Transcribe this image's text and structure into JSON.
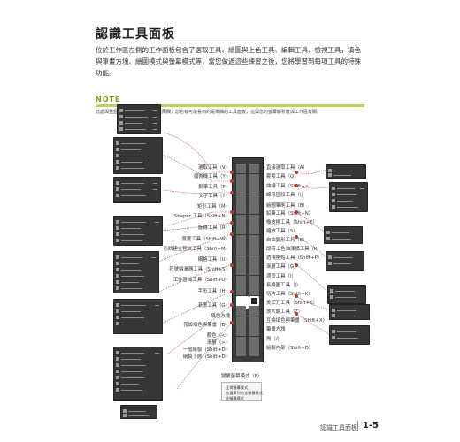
{
  "page": {
    "title": "認識工具面板",
    "intro": "位於工作區左側的工作面板包含了選取工具、繪圖與上色工具、編輯工具、檢視工具，填色與筆畫方塊、繪圖模式與螢幕模式等，當您做過這些練習之後，您將學習到每項工具的特殊功能。",
    "note_label": "NOTE",
    "note_text": "此處與整個練習裡的工具都系都是兩欄，您也有可能看到的是單欄的工具面板，這與您的螢幕解析度與工作區有關。",
    "footer_text": "認識工具面板",
    "footer_page": "1-5"
  },
  "toolbox": {
    "left_labels": [
      "選取工具（V）",
      "魔術棒工具（Y）",
      "鋼筆工具（P）",
      "文字工具（T）",
      "矩形工具（M）",
      "Shaper 工具（Shift+N）",
      "旋轉工具（R）",
      "寬度工具（Shift+W）",
      "形狀建立程式工具（Shift+M）",
      "網格工具（U）",
      "符號噴灑器工具（Shift+S）",
      "工作區域工具（Shift+O）",
      "手形工具（H）",
      "漸層工具（G）",
      "填色方塊",
      "預設填色與筆畫（D）",
      "顏色（<）",
      "漸層（>）",
      "一般繪製（Shift+D）",
      "繪製下層（Shift+D）"
    ],
    "right_labels": [
      "直接選取工具（A）",
      "套索工具（Q）",
      "曲線工具（Shift+~）",
      "線段區段工具（\\）",
      "繪圖筆刷工具（B）",
      "鉛筆工具（Shift+N）",
      "橡皮擦工具（Shift+E）",
      "縮放工具（S）",
      "自由變形工具（E）",
      "即時上色油漆桶工具（K）",
      "透視格點工具（Shift+P）",
      "漸層工具（G）",
      "滴管工具（I）",
      "長條圖工具（J）",
      "切片工具（Shift+K）",
      "美工刀工具（Shift+K）",
      "放大鏡工具（Z）",
      "互換填色與筆畫（Shift+X）",
      "筆畫方塊",
      "無（/）",
      "繪製內部（Shift+D）"
    ],
    "bottom_title": "變更螢幕模式（F）"
  },
  "popout_labels": {
    "mode_menu": [
      "正常螢幕模式",
      "含選單列的全螢幕模式",
      "全螢幕模式"
    ]
  },
  "colors": {
    "accent_note": "#7aa01e",
    "leader_lines": "#c0392b",
    "toolbox_bg": "#3a3a3a"
  }
}
